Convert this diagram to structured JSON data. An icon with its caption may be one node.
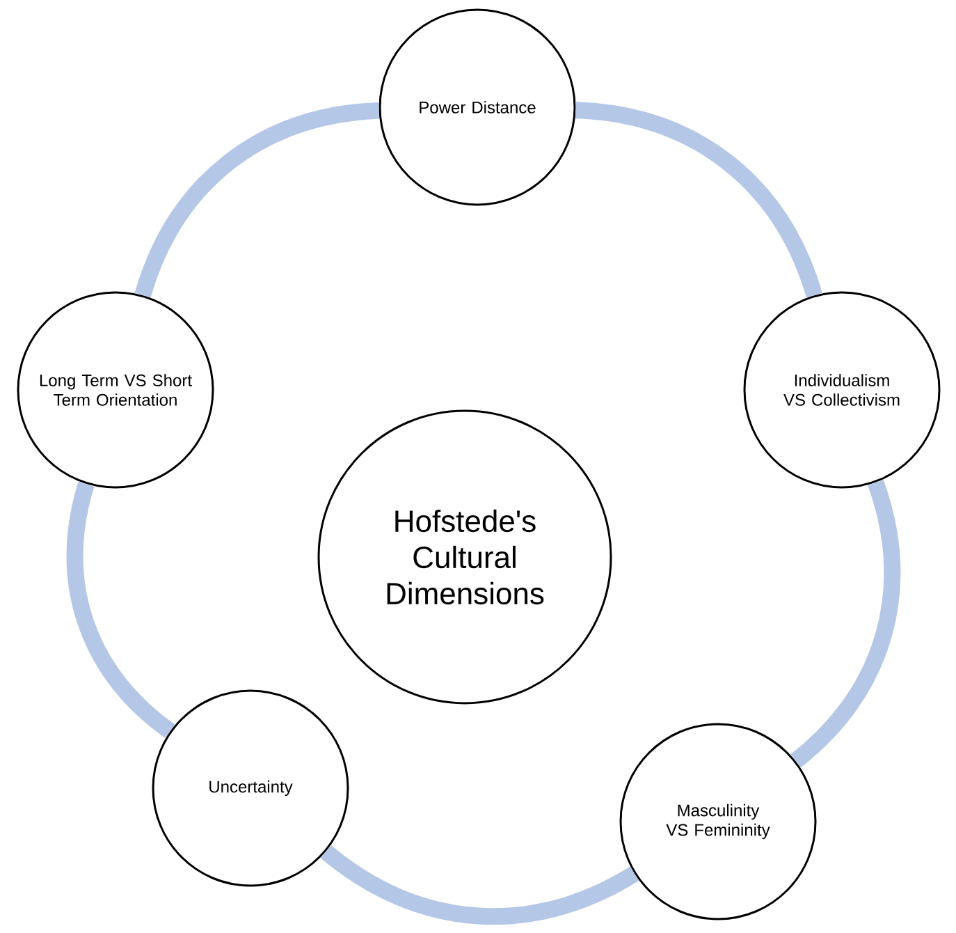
{
  "diagram": {
    "nodes": [
      {
        "text": [
          "Hofstede's Cultural Dimensions"
        ]
      },
      {
        "text": [
          "Power Distance"
        ]
      },
      {
        "text": [
          "Individualism VS Collectivism"
        ]
      },
      {
        "text": [
          "Masculinity VS Femininity"
        ]
      },
      {
        "text": [
          "Uncertainty"
        ]
      },
      {
        "text": [
          "Long Term VS Short Term Orientation"
        ]
      }
    ],
    "edges": [
      {
        "from": 1,
        "to": 2,
        "arrow": "none"
      },
      {
        "from": 2,
        "to": 3,
        "arrow": "none"
      },
      {
        "from": 3,
        "to": 4,
        "arrow": "none"
      },
      {
        "from": 4,
        "to": 5,
        "arrow": "none"
      },
      {
        "from": 5,
        "to": 1,
        "arrow": "none"
      }
    ]
  }
}
